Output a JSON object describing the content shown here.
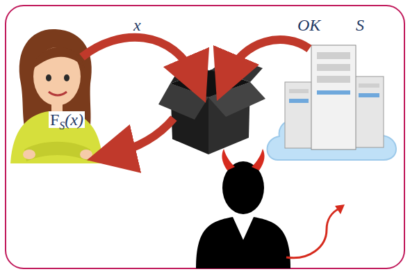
{
  "diagram": {
    "labels": [
      "x",
      "OK",
      "S",
      "F",
      "S",
      "(x)"
    ]
  }
}
